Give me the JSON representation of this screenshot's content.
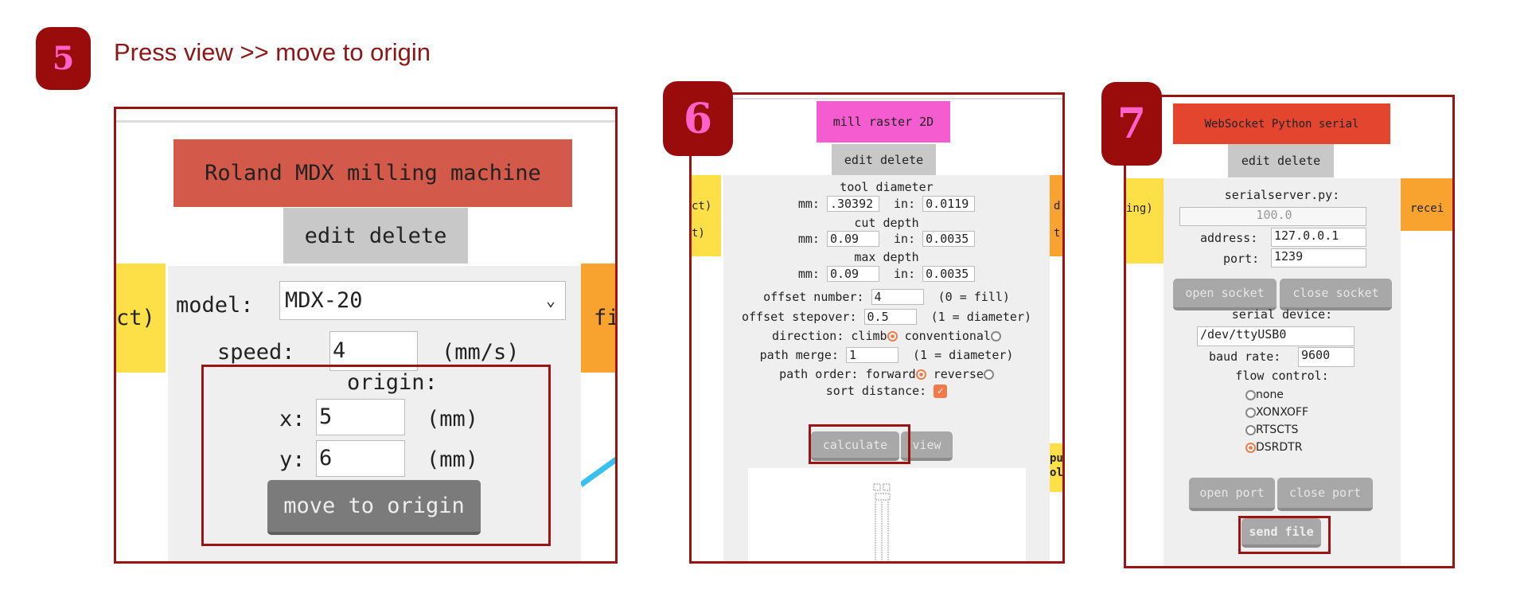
{
  "step5": {
    "number": "5",
    "title": "Press view >> move to origin",
    "header": "Roland MDX milling machine",
    "edit_delete": "edit delete",
    "left_tab": "ct)",
    "right_tab": "fi",
    "model_label": "model:",
    "model_value": "MDX-20",
    "speed_label": "speed:",
    "speed_value": "4",
    "speed_unit": "(mm/s)",
    "origin_label": "origin:",
    "x_label": "x:",
    "x_value": "5",
    "y_label": "y:",
    "y_value": "6",
    "unit_mm": "(mm)",
    "move_button": "move to origin"
  },
  "step6": {
    "number": "6",
    "header": "mill raster 2D",
    "edit_delete": "edit delete",
    "left_tab": [
      "ct)",
      "t)"
    ],
    "right_tab": [
      "d",
      "t"
    ],
    "right_tab2": [
      "pu",
      "ol"
    ],
    "tool_diameter": "tool diameter",
    "cut_depth": "cut depth",
    "max_depth": "max depth",
    "mm": "mm:",
    "in": "in:",
    "tool_mm": ".30392",
    "tool_in": "0.0119",
    "cut_mm": "0.09",
    "cut_in": "0.0035",
    "max_mm": "0.09",
    "max_in": "0.0035",
    "offset_number_label": "offset number:",
    "offset_number": "4",
    "offset_number_hint": "(0 = fill)",
    "stepover_label": "offset stepover:",
    "stepover": "0.5",
    "stepover_hint": "(1 = diameter)",
    "direction_label": "direction:",
    "climb": "climb",
    "conventional": "conventional",
    "merge_label": "path merge:",
    "merge": "1",
    "merge_hint": "(1 = diameter)",
    "order_label": "path order:",
    "forward": "forward",
    "reverse": "reverse",
    "sort_label": "sort distance:",
    "calculate": "calculate",
    "view": "view"
  },
  "step7": {
    "number": "7",
    "header": "WebSocket Python serial",
    "edit_delete": "edit delete",
    "left_tab": "ing)",
    "right_tab": "recei",
    "server_label": "serialserver.py:",
    "server_value": "100.0",
    "address_label": "address:",
    "address": "127.0.0.1",
    "port_label": "port:",
    "port": "1239",
    "open_socket": "open socket",
    "close_socket": "close socket",
    "device_label": "serial device:",
    "device": "/dev/ttyUSB0",
    "baud_label": "baud rate:",
    "baud": "9600",
    "flow_label": "flow control:",
    "flow_options": [
      "none",
      "XONXOFF",
      "RTSCTS",
      "DSRDTR"
    ],
    "open_port": "open port",
    "close_port": "close port",
    "send_file": "send file"
  }
}
